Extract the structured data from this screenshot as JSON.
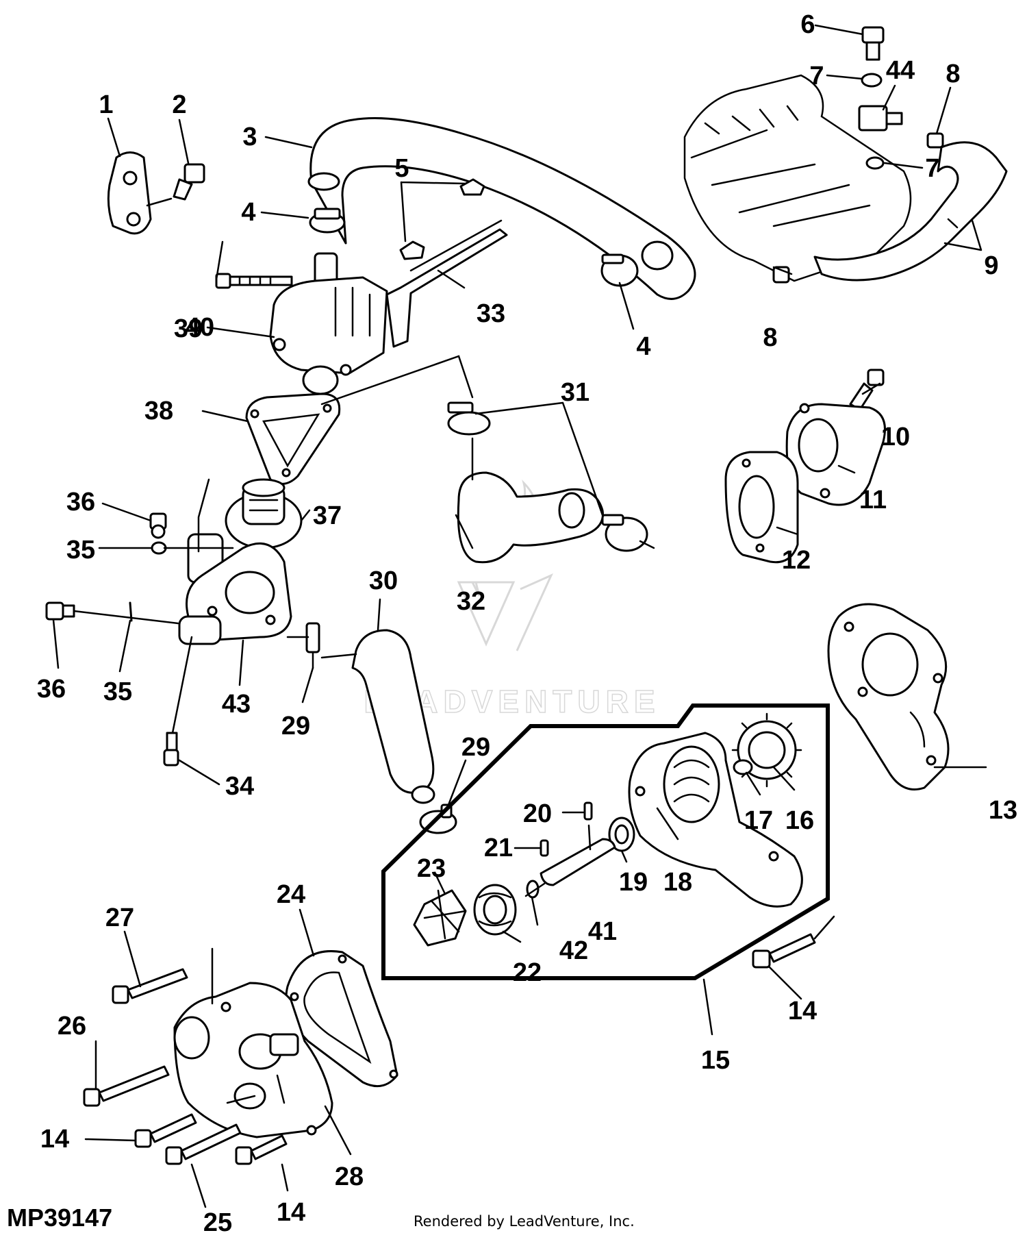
{
  "figure_id": "MP39147",
  "credit": "Rendered by LeadVenture, Inc.",
  "watermark": "LEADVENTURE",
  "colors": {
    "ink": "#000000",
    "paper": "#ffffff",
    "watermark": "#d8d8d8"
  },
  "callouts": {
    "c1": "1",
    "c2": "2",
    "c3": "3",
    "c4a": "4",
    "c4b": "4",
    "c5": "5",
    "c6": "6",
    "c7a": "7",
    "c7b": "7",
    "c8a": "8",
    "c8b": "8",
    "c9": "9",
    "c10": "10",
    "c11": "11",
    "c12": "12",
    "c13": "13",
    "c14a": "14",
    "c14b": "14",
    "c14c": "14",
    "c15": "15",
    "c16": "16",
    "c17": "17",
    "c18": "18",
    "c19": "19",
    "c20": "20",
    "c21": "21",
    "c22": "22",
    "c23": "23",
    "c24": "24",
    "c25": "25",
    "c26": "26",
    "c27": "27",
    "c28": "28",
    "c29a": "29",
    "c29b": "29",
    "c30": "30",
    "c31": "31",
    "c32": "32",
    "c33": "33",
    "c34": "34",
    "c35a": "35",
    "c35b": "35",
    "c36a": "36",
    "c36b": "36",
    "c37": "37",
    "c38": "38",
    "c39": "39",
    "c40": "40",
    "c41": "41",
    "c42": "42",
    "c43": "43",
    "c44": "44"
  }
}
